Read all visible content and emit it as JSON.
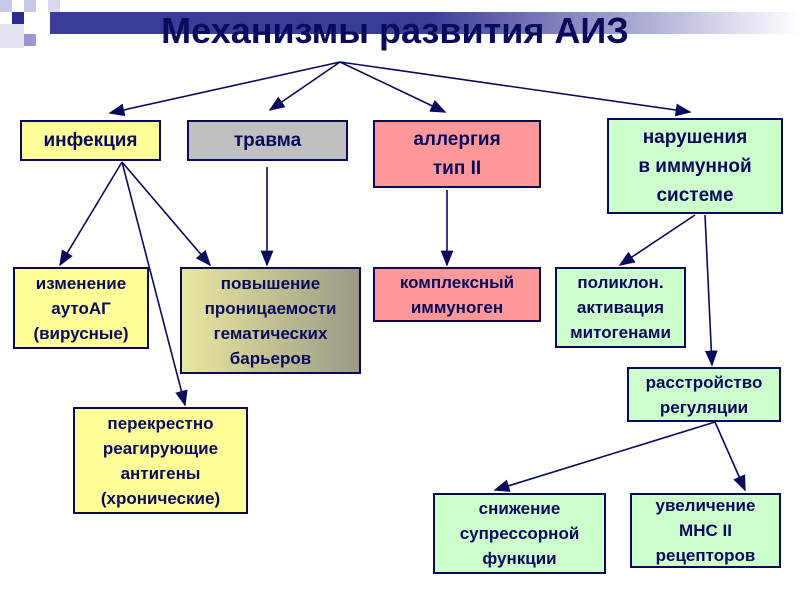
{
  "title": "Механизмы развития АИЗ",
  "nodes": {
    "infection": "инфекция",
    "trauma": "травма",
    "allergy": "аллергия\nтип II",
    "immune": "нарушения\nв иммунной\nсистеме",
    "autoag": "изменение\nаутоАГ\n(вирусные)",
    "permeability": "повышение\nпроницаемости\nгематических\nбарьеров",
    "complex": "комплексный\nиммуноген",
    "polyclonal": "поликлон.\nактивация\nмитогенами",
    "cross": "перекрестно\nреагирующие\nантигены\n(хронические)",
    "regulation": "расстройство\nрегуляции",
    "suppressor": "снижение\nсупрессорной\nфункции",
    "mhc": "увеличение\nМНС II\nрецепторов"
  },
  "colors": {
    "text": "#0a0a5c",
    "yellow": "#ffff99",
    "gray": "#c0c0c0",
    "pink": "#ff9999",
    "green": "#ccffcc"
  }
}
